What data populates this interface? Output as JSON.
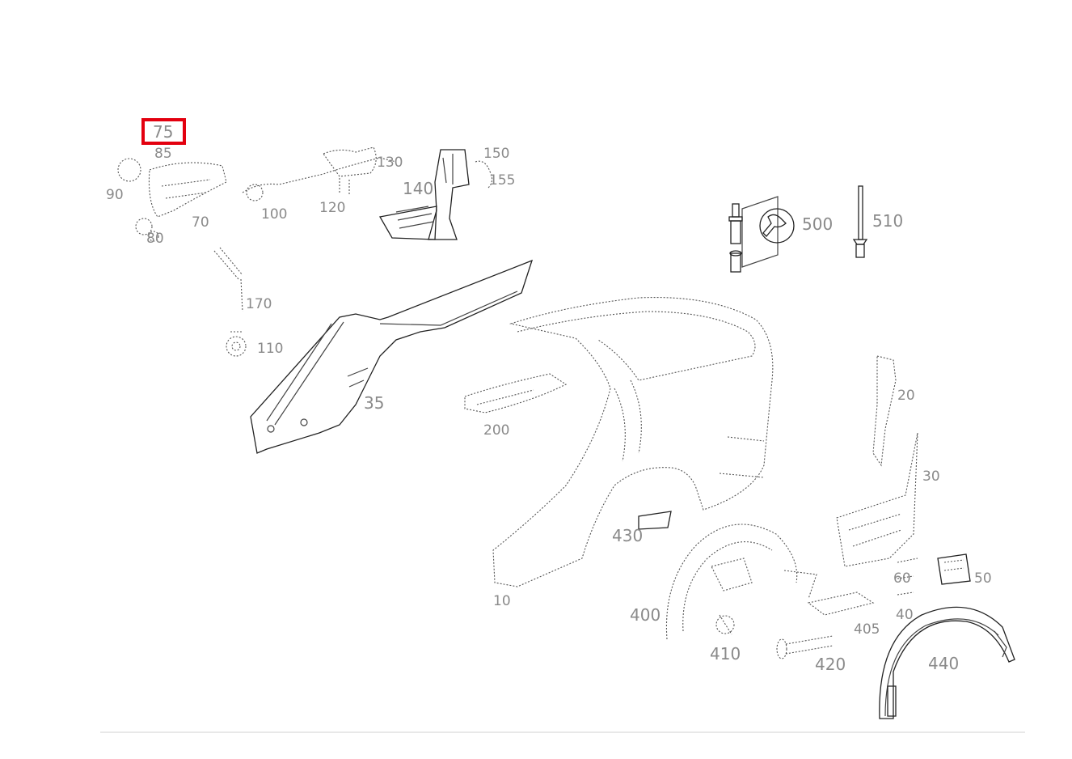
{
  "diagram": {
    "highlight_color": "#e3000f",
    "callouts": [
      {
        "id": "75",
        "label": "75",
        "highlighted": true
      },
      {
        "id": "85",
        "label": "85"
      },
      {
        "id": "90",
        "label": "90"
      },
      {
        "id": "70",
        "label": "70"
      },
      {
        "id": "80",
        "label": "80"
      },
      {
        "id": "100",
        "label": "100"
      },
      {
        "id": "120",
        "label": "120"
      },
      {
        "id": "130",
        "label": "130"
      },
      {
        "id": "140",
        "label": "140"
      },
      {
        "id": "150",
        "label": "150"
      },
      {
        "id": "155",
        "label": "155"
      },
      {
        "id": "170",
        "label": "170"
      },
      {
        "id": "110",
        "label": "110"
      },
      {
        "id": "35",
        "label": "35"
      },
      {
        "id": "500",
        "label": "500"
      },
      {
        "id": "510",
        "label": "510"
      },
      {
        "id": "430",
        "label": "430"
      },
      {
        "id": "400",
        "label": "400"
      },
      {
        "id": "410",
        "label": "410"
      },
      {
        "id": "420",
        "label": "420"
      },
      {
        "id": "440",
        "label": "440"
      },
      {
        "id": "10",
        "label": "10"
      },
      {
        "id": "40",
        "label": "40"
      },
      {
        "id": "20",
        "label": "20"
      },
      {
        "id": "30",
        "label": "30"
      },
      {
        "id": "50",
        "label": "50"
      },
      {
        "id": "60",
        "label": "60"
      },
      {
        "id": "405",
        "label": "405"
      },
      {
        "id": "200",
        "label": "200"
      }
    ]
  }
}
